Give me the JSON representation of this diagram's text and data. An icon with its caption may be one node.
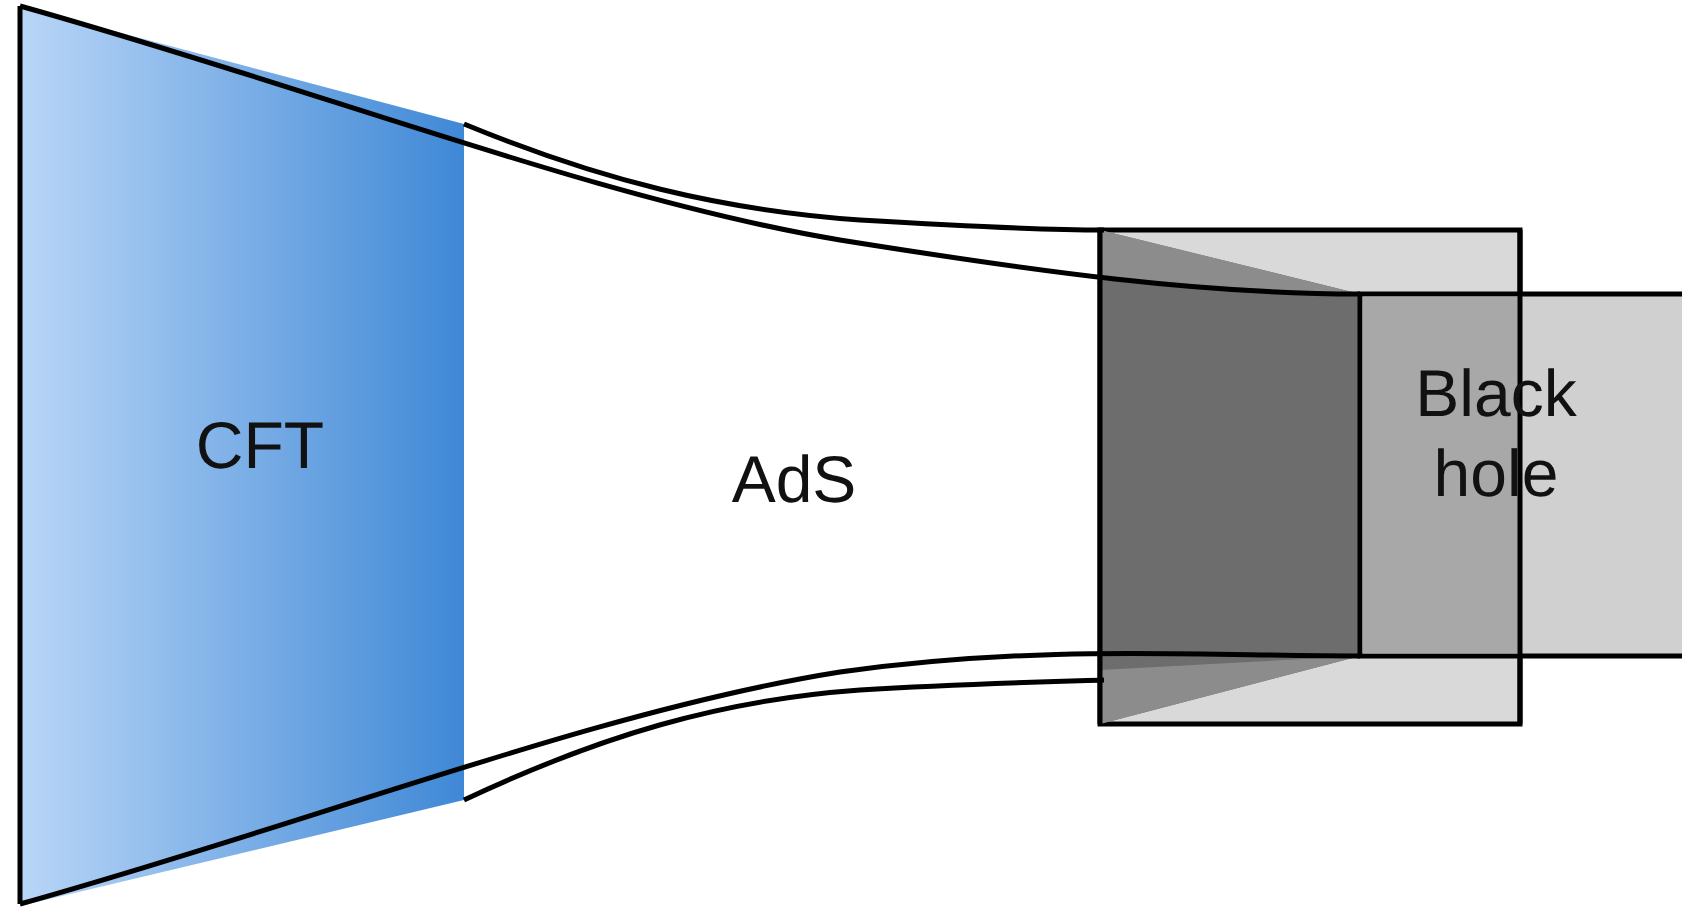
{
  "diagram": {
    "nodes": [
      {
        "text": [
          "CFT"
        ]
      },
      {
        "text": [
          "AdS"
        ]
      },
      {
        "text": [
          "Black hole"
        ]
      }
    ]
  }
}
